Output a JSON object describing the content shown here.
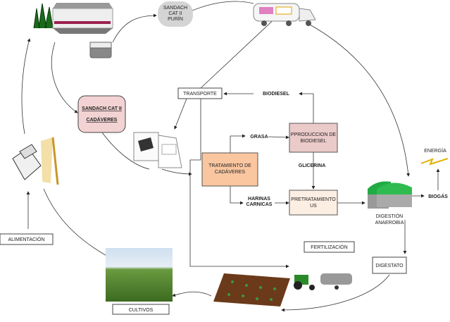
{
  "nodes": {
    "sandach_purin": [
      "SANDACH",
      "CAT II",
      "PURÍN"
    ],
    "sandach_cadaveres": [
      "SANDACH CAT II",
      "CADÁVERES"
    ],
    "transporte": "TRANSPORTE",
    "biodiesel": "BIODIESEL",
    "grasa": "GRASA",
    "produccion_biodiesel": [
      "PPRODUCCION DE",
      "BIODIESEL"
    ],
    "glicerina": "GLICERINA",
    "tratamiento": [
      "TRATAMIENTO DE",
      "CADÁVERES"
    ],
    "harinas": [
      "HARINAS",
      "CARNICAS"
    ],
    "pretratamiento": [
      "PRETRATAMIENTO",
      "US"
    ],
    "digestion": [
      "DIGESTIÓN",
      "ANAEROBIA"
    ],
    "biogas": "BIOGÁS",
    "energia": "ENERGÍA",
    "digestato": "DIGESTATO",
    "fertilizacion": "FERTILIZACIÓN",
    "cultivos": "CULTIVOS",
    "alimentacion": "ALIMENTACIÓN"
  },
  "colors": {
    "cadaveres_box": "#f2d2d2",
    "tratamiento_box": "#f9c6a0",
    "produccion_box": "#ebcaca",
    "pretratamiento_box": "#fdeee4",
    "digester_dome": "#22aa44",
    "digester_base": "#999999"
  }
}
